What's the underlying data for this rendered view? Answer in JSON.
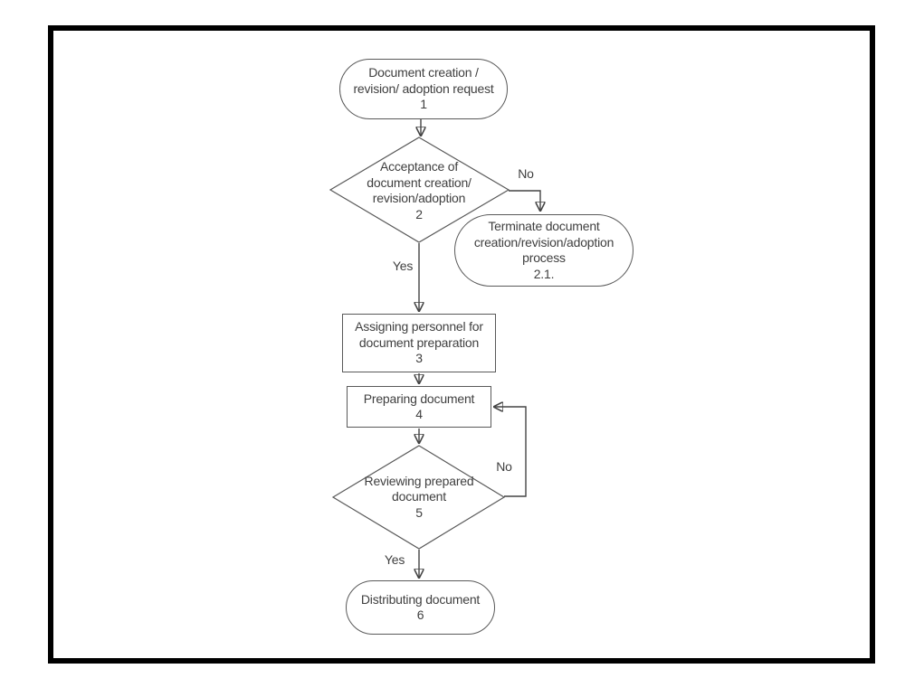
{
  "flowchart": {
    "nodes": {
      "start": {
        "type": "terminator",
        "label": "Document creation /\nrevision/ adoption request\n1"
      },
      "acceptance": {
        "type": "decision",
        "label": "Acceptance of\ndocument creation/\nrevision/adoption\n2"
      },
      "terminate": {
        "type": "terminator",
        "label": "Terminate document\ncreation/revision/adoption\nprocess\n2.1."
      },
      "assign": {
        "type": "process",
        "label": "Assigning personnel for\ndocument preparation\n3"
      },
      "prepare": {
        "type": "process",
        "label": "Preparing document\n4"
      },
      "review": {
        "type": "decision",
        "label": "Reviewing prepared\ndocument\n5"
      },
      "distribute": {
        "type": "terminator",
        "label": "Distributing document\n6"
      }
    },
    "edges": [
      {
        "from": "start",
        "to": "acceptance",
        "label": ""
      },
      {
        "from": "acceptance",
        "to": "terminate",
        "label": "No"
      },
      {
        "from": "acceptance",
        "to": "assign",
        "label": "Yes"
      },
      {
        "from": "assign",
        "to": "prepare",
        "label": ""
      },
      {
        "from": "prepare",
        "to": "review",
        "label": ""
      },
      {
        "from": "review",
        "to": "prepare",
        "label": "No"
      },
      {
        "from": "review",
        "to": "distribute",
        "label": "Yes"
      }
    ],
    "colors": {
      "background": "#ffffff",
      "frame": "#000000",
      "shape_stroke": "#595959",
      "connector": "#444444",
      "arrowhead": "#1a1a1a",
      "text": "#3f3f3f"
    }
  }
}
